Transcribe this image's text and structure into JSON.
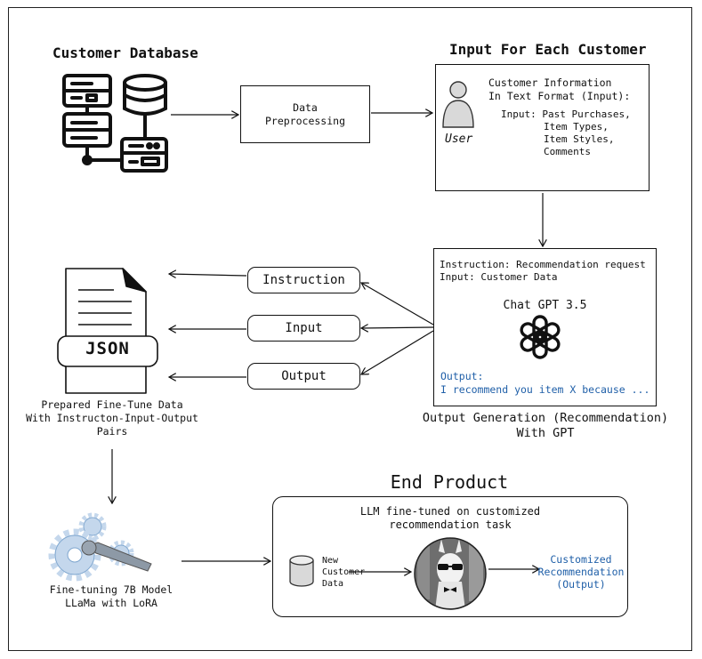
{
  "customer_db": {
    "title": "Customer Database"
  },
  "preprocess": {
    "label_line1": "Data",
    "label_line2": "Preprocessing"
  },
  "input_section": {
    "title": "Input For Each Customer",
    "user_label": "User",
    "info_line1": "Customer Information",
    "info_line2": "In Text Format (Input):",
    "input_line1": "Input: Past Purchases,",
    "input_line2": "Item Types,",
    "input_line3": "Item Styles,",
    "input_line4": "Comments"
  },
  "gpt_box": {
    "instruction": "Instruction: Recommendation request",
    "input": "Input: Customer Data",
    "model": "Chat GPT 3.5",
    "output_label": "Output:",
    "output_text": "I recommend you item X because ..."
  },
  "gpt_caption": {
    "line1": "Output Generation (Recommendation)",
    "line2": "With GPT"
  },
  "pairs": {
    "instruction": "Instruction",
    "input": "Input",
    "output": "Output"
  },
  "json_doc": {
    "badge": "JSON",
    "caption_line1": "Prepared Fine-Tune Data",
    "caption_line2": "With Instructon-Input-Output",
    "caption_line3": "Pairs"
  },
  "finetune": {
    "line1": "Fine-tuning 7B Model",
    "line2": "LLaMa with LoRA"
  },
  "end_product": {
    "title": "End Product",
    "subtitle_line1": "LLM fine-tuned on customized",
    "subtitle_line2": "recommendation task",
    "new_line1": "New",
    "new_line2": "Customer",
    "new_line3": "Data",
    "out_line1": "Customized",
    "out_line2": "Recommendation",
    "out_line3": "(Output)"
  },
  "colors": {
    "accent_blue": "#1f5fa8",
    "gear_blue": "#c4d7ec",
    "stroke": "#111111"
  }
}
